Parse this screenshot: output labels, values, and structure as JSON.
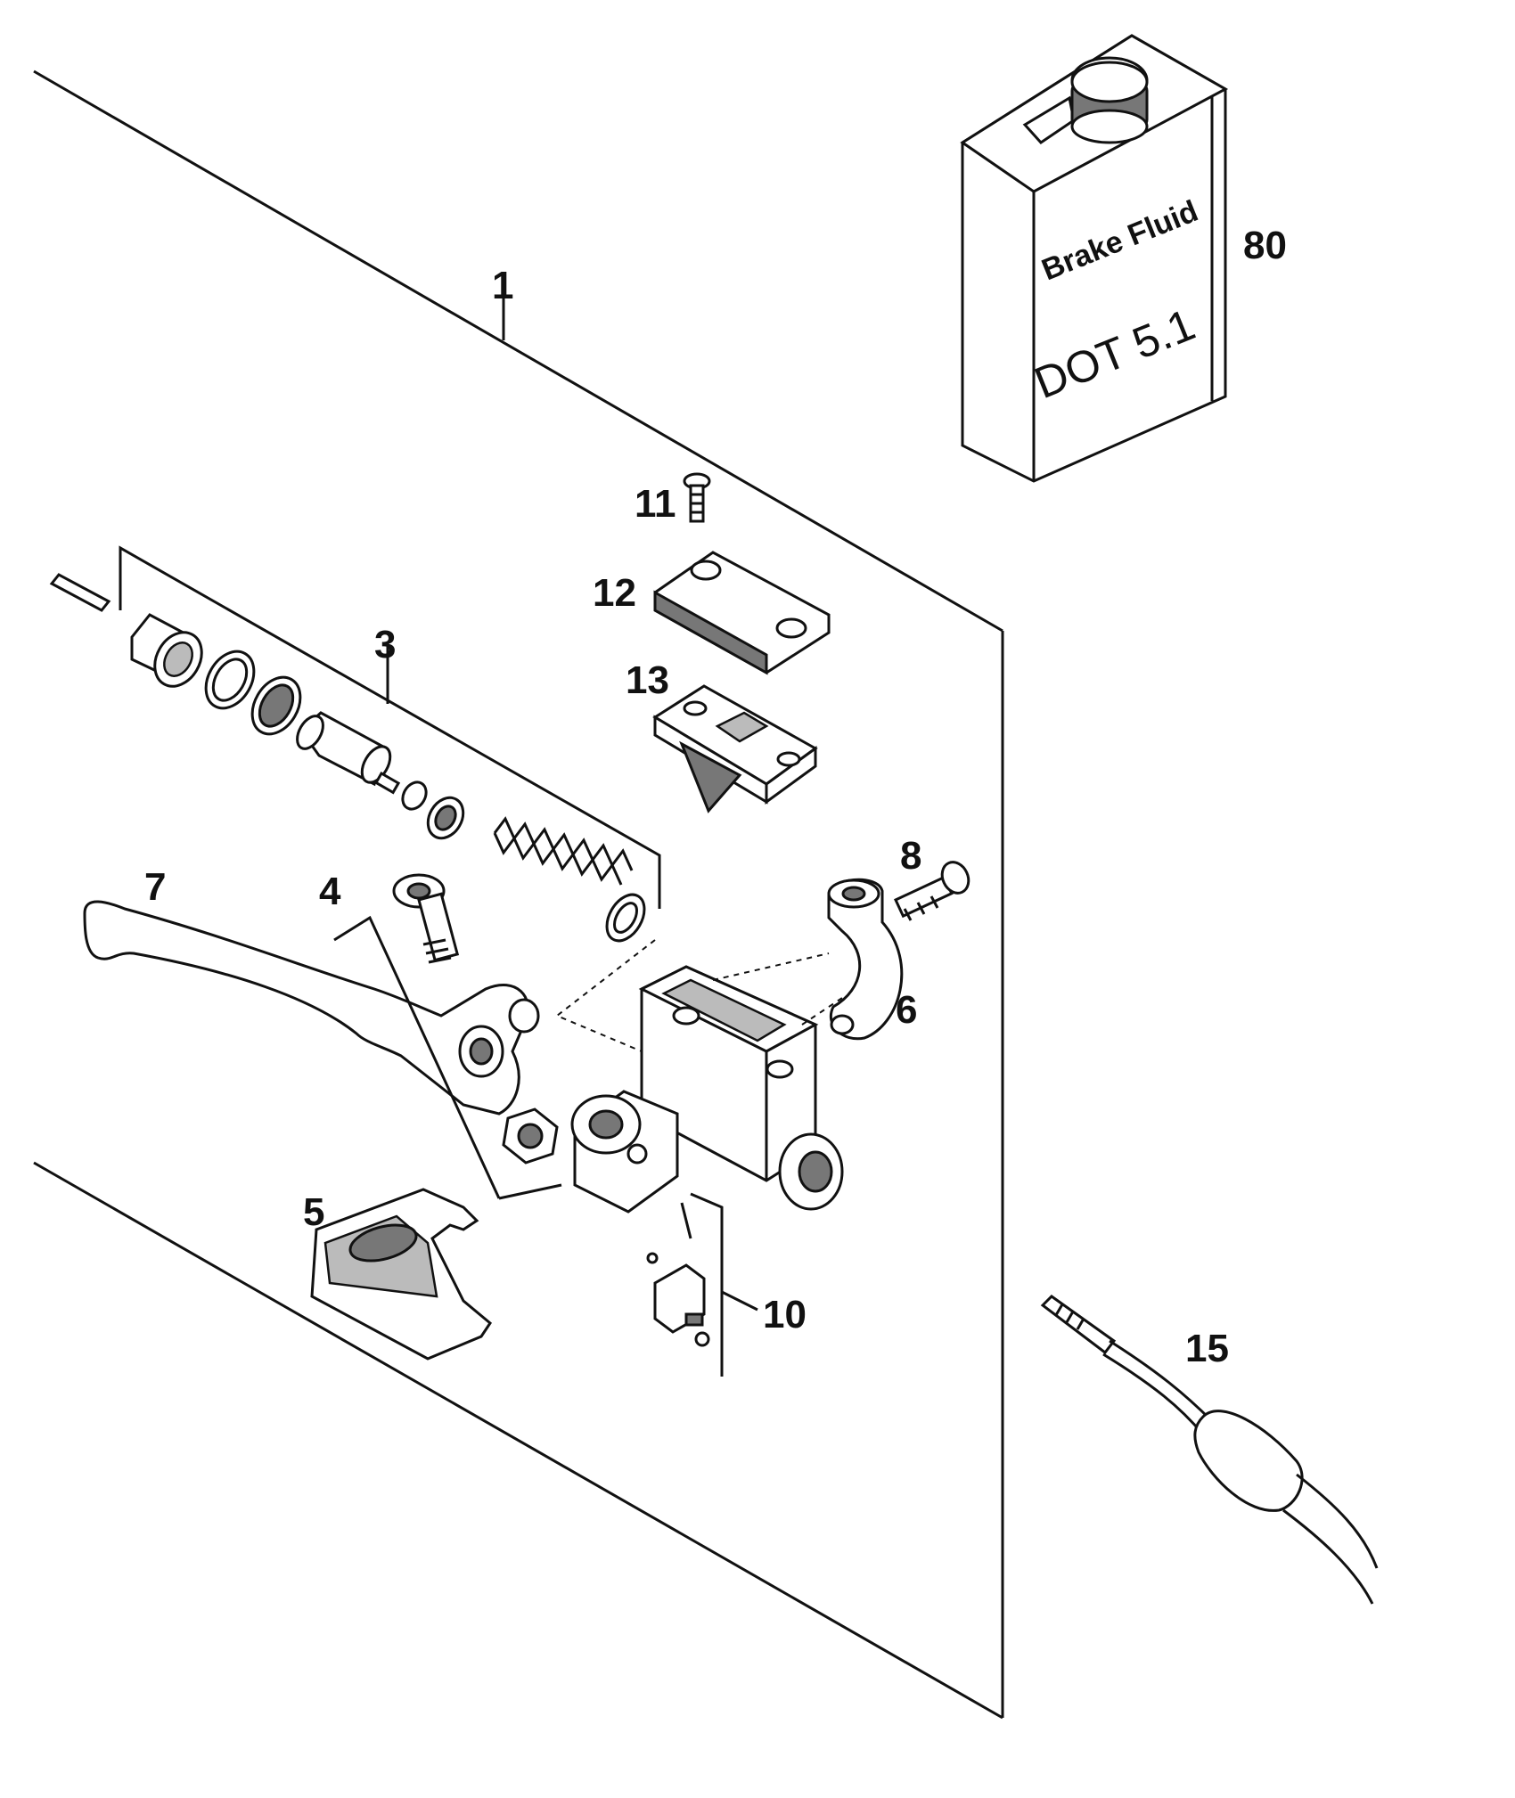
{
  "callouts": {
    "c1": "1",
    "c3": "3",
    "c4": "4",
    "c5": "5",
    "c6": "6",
    "c7": "7",
    "c8": "8",
    "c10": "10",
    "c11": "11",
    "c12": "12",
    "c13": "13",
    "c15": "15",
    "c80": "80"
  },
  "fluid_can": {
    "line1": "Brake Fluid",
    "line2": "DOT 5.1"
  }
}
